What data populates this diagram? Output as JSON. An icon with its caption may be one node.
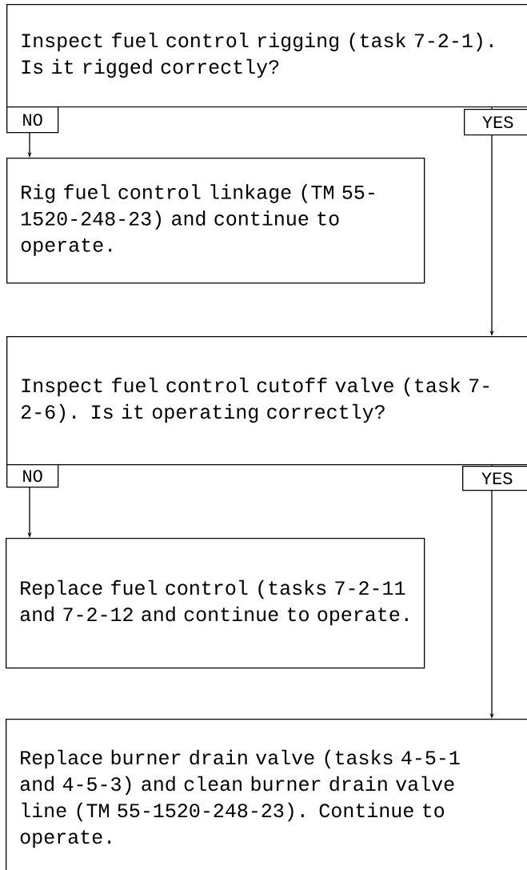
{
  "diagram": {
    "nodes": [
      {
        "text": [
          "Inspect fuel control rigging (task 7-2-1).  Is it rigged correctly?"
        ]
      },
      {
        "text": [
          "Rig fuel control linkage (TM 55-1520-248-23) and continue to operate."
        ]
      },
      {
        "text": [
          "Inspect fuel control cutoff valve (task 7-2-6).  Is it operating correctly?"
        ]
      },
      {
        "text": [
          "Replace fuel control (tasks 7-2-11 and 7-2-12 and continue to operate."
        ]
      },
      {
        "text": [
          "Replace burner drain valve (tasks 4-5-1 and 4-5-3) and clean burner drain valve line (TM 55-1520-248-23).  Continue to operate."
        ]
      }
    ],
    "edges": [
      {
        "from": 0,
        "to": 1,
        "arrow": "to",
        "label": "NO"
      },
      {
        "from": 0,
        "to": 2,
        "arrow": "to",
        "label": "YES"
      },
      {
        "from": 2,
        "to": 3,
        "arrow": "to",
        "label": "NO"
      },
      {
        "from": 2,
        "to": 4,
        "arrow": "to",
        "label": "YES"
      }
    ]
  }
}
